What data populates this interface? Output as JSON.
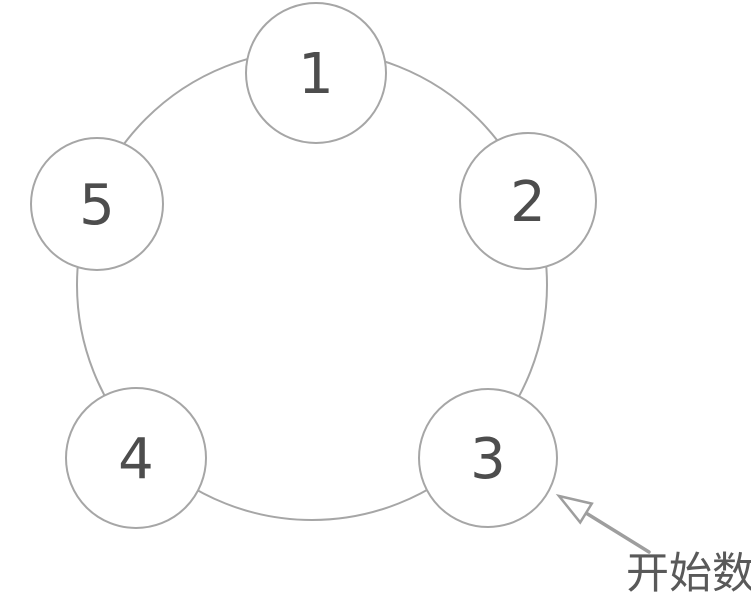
{
  "diagram": {
    "nodes": [
      {
        "label": "1"
      },
      {
        "label": "2"
      },
      {
        "label": "3"
      },
      {
        "label": "4"
      },
      {
        "label": "5"
      }
    ],
    "annotation": {
      "label": "开始数",
      "points_to_node": "3"
    },
    "colors": {
      "background": "#ffffff",
      "ring_stroke": "#a6a6a6",
      "node_fill": "#ffffff",
      "node_stroke": "#a6a6a6",
      "number_text": "#4d4d4d",
      "arrow": "#9e9e9e",
      "annotation_text": "#595959"
    }
  }
}
